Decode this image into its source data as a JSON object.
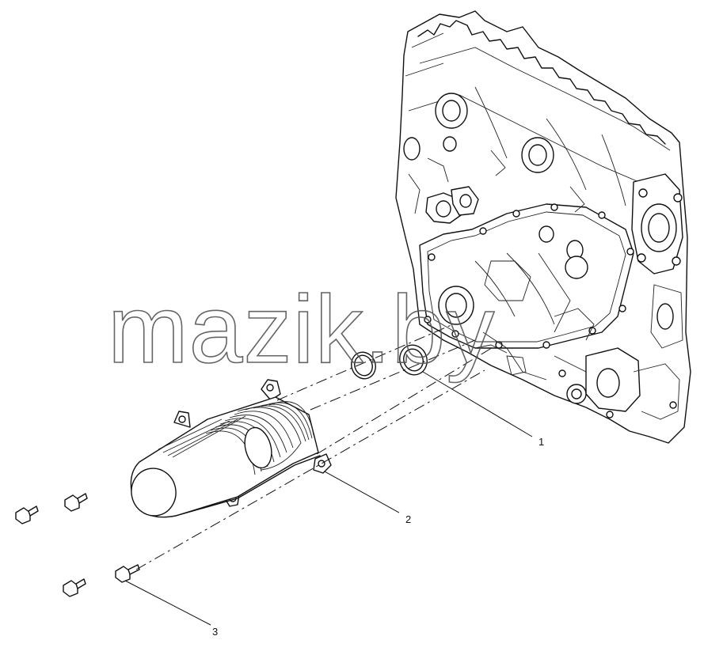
{
  "watermark": "mazik.by",
  "callouts": [
    {
      "label": "1"
    },
    {
      "label": "2"
    },
    {
      "label": "3"
    }
  ]
}
